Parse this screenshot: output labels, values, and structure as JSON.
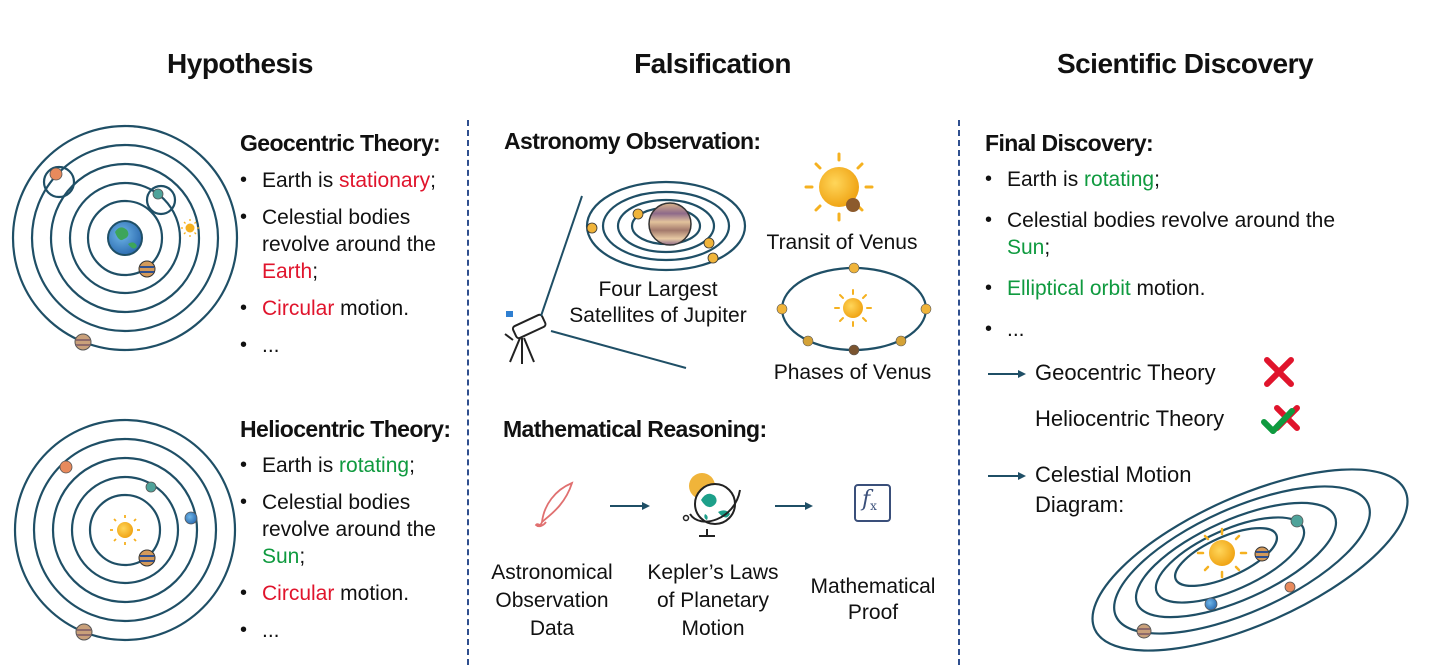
{
  "columns": {
    "hypothesis": "Hypothesis",
    "falsification": "Falsification",
    "discovery": "Scientific Discovery"
  },
  "geocentric": {
    "title": "Geocentric Theory:",
    "b1_pre": "Earth is ",
    "b1_hl": "stationary",
    "b1_post": ";",
    "b2_pre": "Celestial bodies revolve around the ",
    "b2_hl": "Earth",
    "b2_post": ";",
    "b3_hl": "Circular",
    "b3_post": " motion.",
    "b4": "..."
  },
  "heliocentric": {
    "title": "Heliocentric Theory:",
    "b1_pre": "Earth is ",
    "b1_hl": "rotating",
    "b1_post": ";",
    "b2_pre": "Celestial bodies revolve around the ",
    "b2_hl": "Sun",
    "b2_post": ";",
    "b3_hl": "Circular",
    "b3_post": " motion.",
    "b4": "..."
  },
  "observation": {
    "title": "Astronomy Observation:",
    "jupiter_label_1": "Four Largest",
    "jupiter_label_2": "Satellites of Jupiter",
    "transit_label": "Transit of Venus",
    "phases_label": "Phases of Venus"
  },
  "reasoning": {
    "title": "Mathematical Reasoning:",
    "step1_l1": "Astronomical",
    "step1_l2": "Observation",
    "step1_l3": "Data",
    "step2_l1": "Kepler’s Laws",
    "step2_l2": "of Planetary",
    "step2_l3": "Motion",
    "step3_l1": "Mathematical",
    "step3_l2": "Proof",
    "fx": "f"
  },
  "final": {
    "title": "Final Discovery:",
    "b1_pre": "Earth is ",
    "b1_hl": "rotating",
    "b1_post": ";",
    "b2_pre": "Celestial bodies revolve around the ",
    "b2_hl": "Sun",
    "b2_post": ";",
    "b3_hl": "Elliptical orbit",
    "b3_post": " motion.",
    "b4": "...",
    "geo_label": "Geocentric Theory",
    "helio_label": "Heliocentric Theory",
    "motion_label_1": "Celestial Motion",
    "motion_label_2": "Diagram:"
  },
  "colors": {
    "orbit": "#1f4f66",
    "red": "#e0142c",
    "green": "#0f9a3f",
    "sun": "#f5b120",
    "divider": "#2f4f8f"
  }
}
